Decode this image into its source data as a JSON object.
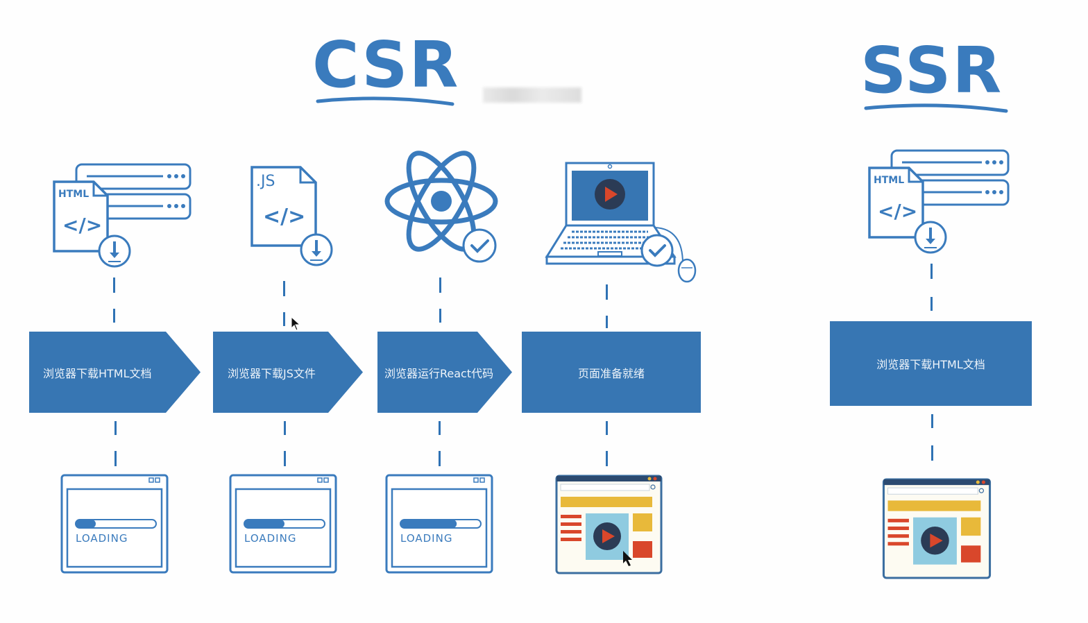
{
  "colors": {
    "primary_blue": "#3776b3",
    "sketch_blue": "#3a7bbd",
    "yellow": "#e8b93a",
    "red": "#d9472b",
    "navy": "#2b3b55",
    "light_blue": "#8fcbe0"
  },
  "csr": {
    "title": "CSR",
    "steps": [
      {
        "label": "浏览器下载HTML文档",
        "icon": "html-download-icon",
        "shape": "arrow"
      },
      {
        "label": "浏览器下载JS文件",
        "icon": "js-download-icon",
        "shape": "arrow"
      },
      {
        "label": "浏览器运行React代码",
        "icon": "react-check-icon",
        "shape": "arrow"
      },
      {
        "label": "页面准备就绪",
        "icon": "laptop-check-icon",
        "shape": "rectangle"
      }
    ],
    "screens": [
      {
        "state": "loading",
        "text": "LOADING",
        "progress": 0.25
      },
      {
        "state": "loading",
        "text": "LOADING",
        "progress": 0.5
      },
      {
        "state": "loading",
        "text": "LOADING",
        "progress": 0.7
      },
      {
        "state": "ready"
      }
    ],
    "file_labels": {
      "html": "HTML",
      "js": ".JS",
      "code": "</>"
    }
  },
  "ssr": {
    "title": "SSR",
    "steps": [
      {
        "label": "浏览器下载HTML文档",
        "icon": "html-download-icon",
        "shape": "rectangle"
      }
    ],
    "screens": [
      {
        "state": "ready"
      }
    ],
    "file_labels": {
      "html": "HTML",
      "code": "</>"
    }
  }
}
